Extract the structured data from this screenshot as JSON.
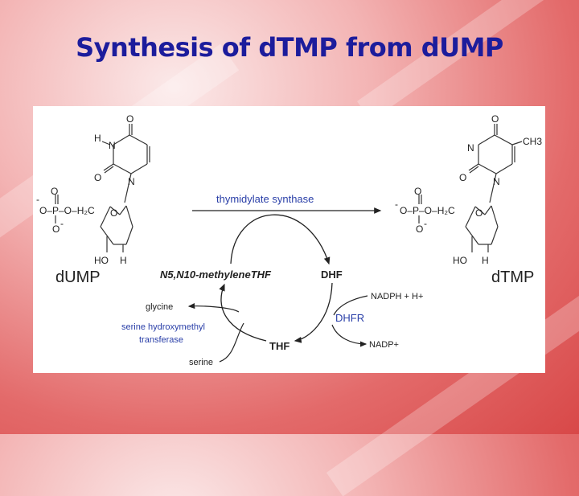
{
  "slide": {
    "title": "Synthesis of dTMP from dUMP"
  },
  "diagram": {
    "left_molecule": {
      "name": "dUMP",
      "atoms": {
        "h": "H",
        "n1": "N",
        "n3": "N",
        "o_top": "O",
        "o_left": "O",
        "o_ring": "O",
        "ho": "HO",
        "h_sugar": "H",
        "phosphate": "O–P–O–H₂C",
        "p_o_top": "O",
        "p_o_bottom": "O",
        "p_minus_left": "-",
        "p_minus_bottom": "-"
      }
    },
    "right_molecule": {
      "name": "dTMP",
      "atoms": {
        "n1": "N",
        "n3": "N",
        "o_top": "O",
        "o_left": "O",
        "o_ring": "O",
        "ch3": "CH3",
        "ho": "HO",
        "h_sugar": "H",
        "phosphate": "O–P–O–H₂C",
        "p_o_top": "O",
        "p_o_bottom": "O",
        "p_minus_left": "-",
        "p_minus_bottom": "-"
      }
    },
    "enzyme_top": "thymidylate synthase",
    "cofactor": "N5,N10-methyleneTHF",
    "dhf": "DHF",
    "thf": "THF",
    "nadph": "NADPH + H+",
    "dhfr": "DHFR",
    "nadp": "NADP+",
    "glycine": "glycine",
    "shmt_line1": "serine hydroxymethyl",
    "shmt_line2": "transferase",
    "serine": "serine",
    "colors": {
      "title": "#1c1c9c",
      "enzyme_blue": "#2a3fa8",
      "text": "#222222"
    }
  }
}
